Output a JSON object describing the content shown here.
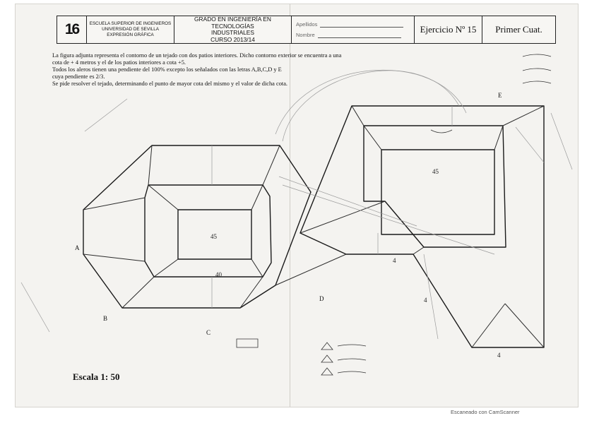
{
  "header": {
    "logo_text": "16",
    "school": [
      "ESCUELA SUPERIOR DE INGENIEROS",
      "UNIVERSIDAD DE SEVILLA",
      "EXPRESIÓN GRÁFICA"
    ],
    "degree": [
      "GRADO EN INGENIERÍA EN TECNOLOGÍAS",
      "INDUSTRIALES",
      "CURSO 2013/14"
    ],
    "surname_label": "Apellidos",
    "name_label": "Nombre",
    "exercise": "Ejercicio Nº 15",
    "term": "Primer Cuat."
  },
  "statement": [
    "La figura adjunta representa el contorno de un tejado con dos patios interiores. Dicho contorno exterior se encuentra a una",
    "cota de + 4 metros y el de los patios interiores a cota +5.",
    "Todos los aleros tienen una pendiente del 100% excepto los señalados con las letras A,B,C,D y E",
    "cuya pendiente es 2/3.",
    "Se pide resolver el tejado, determinando el punto de mayor cota del mismo y el valor de dicha cota."
  ],
  "eave_labels": {
    "A": "A",
    "B": "B",
    "C": "C",
    "D": "D",
    "E": "E"
  },
  "scale": "Escala 1: 50",
  "watermark": "Escaneado con CamScanner",
  "marks": {
    "inner_left_center": "45",
    "bottom_left_dim": "40",
    "inner_right_top": "45",
    "left_ramp": "4",
    "lower_right": "4",
    "bottom_right": "4"
  }
}
